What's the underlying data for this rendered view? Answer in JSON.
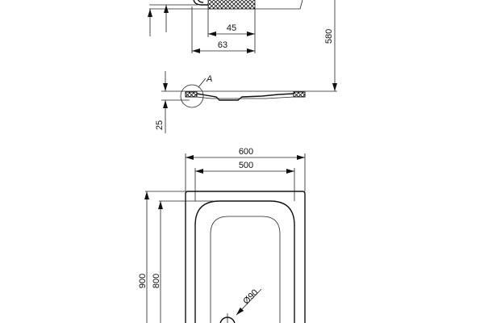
{
  "dimensions": {
    "top_inner": "45",
    "top_outer": "63",
    "height_580": "580",
    "depth": "25",
    "width_outer": "600",
    "width_inner": "500",
    "length_outer": "900",
    "length_inner": "800",
    "drain_diameter": "Ø90"
  },
  "detail_label": "A",
  "colors": {
    "line": "#222222",
    "background": "#ffffff"
  }
}
